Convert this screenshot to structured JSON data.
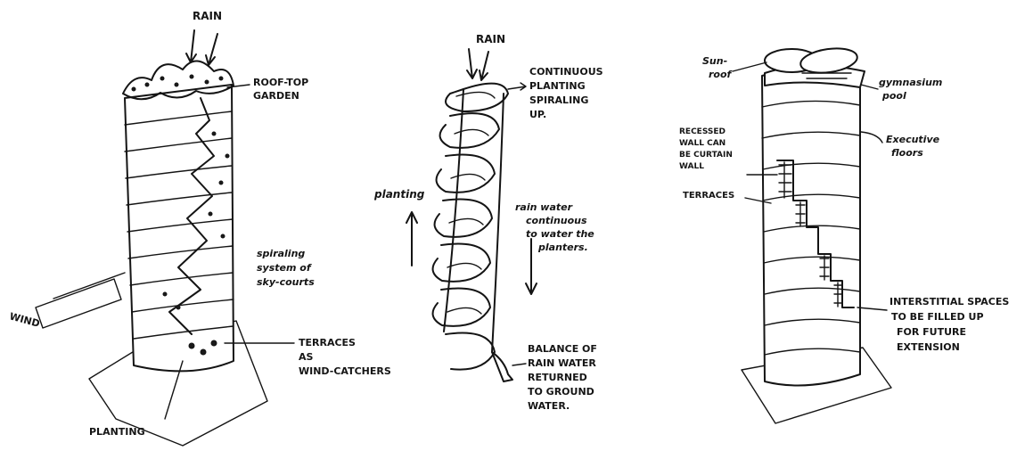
{
  "sketch_1": {
    "rain": "RAIN",
    "roof_top_garden": [
      "ROOF-TOP",
      "GARDEN"
    ],
    "spiraling_sky_courts": [
      "spiraling",
      "system of",
      "sky-courts"
    ],
    "wind": "WIND",
    "terraces_wind_catchers": [
      "TERRACES",
      "AS",
      "WIND-CATCHERS"
    ],
    "planting": "PLANTING"
  },
  "sketch_2": {
    "rain": "RAIN",
    "continuous_planting": [
      "CONTINUOUS",
      "PLANTING",
      "SPIRALING",
      "UP."
    ],
    "planting": "planting",
    "rain_water": [
      "rain water",
      "continuous",
      "to water the",
      "planters."
    ],
    "balance_of_rain_water": [
      "BALANCE OF",
      "RAIN WATER",
      "RETURNED",
      "TO GROUND",
      "WATER."
    ]
  },
  "sketch_3": {
    "sun_roof": [
      "Sun-",
      "roof"
    ],
    "gymnasium_pool": [
      "gymnasium",
      "pool"
    ],
    "executive_floors": [
      "Executive",
      "floors"
    ],
    "recessed_wall": [
      "RECESSED",
      "WALL CAN",
      "BE CURTAIN",
      "WALL"
    ],
    "terraces": "TERRACES",
    "interstitial_spaces": [
      "INTERSTITIAL SPACES",
      "TO BE FILLED UP",
      "FOR FUTURE",
      "EXTENSION"
    ]
  }
}
